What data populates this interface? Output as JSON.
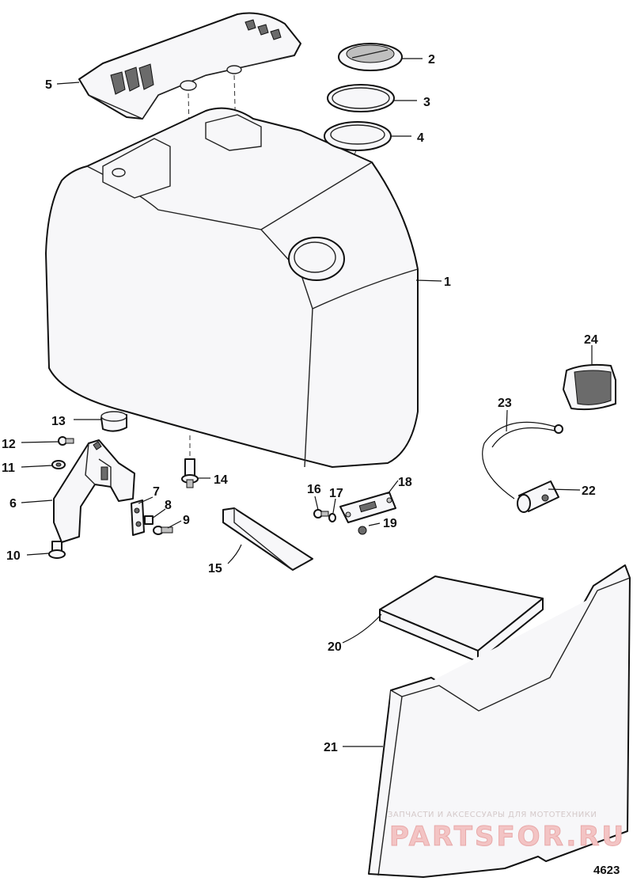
{
  "callouts": {
    "c1": "1",
    "c2": "2",
    "c3": "3",
    "c4": "4",
    "c5": "5",
    "c6": "6",
    "c7": "7",
    "c8": "8",
    "c9": "9",
    "c10": "10",
    "c11": "11",
    "c12": "12",
    "c13": "13",
    "c14": "14",
    "c15": "15",
    "c16": "16",
    "c17": "17",
    "c18": "18",
    "c19": "19",
    "c20": "20",
    "c21": "21",
    "c22": "22",
    "c23": "23",
    "c24": "24"
  },
  "figure_number": "4623",
  "watermark": {
    "tagline": "ЗАПЧАСТИ И АКСЕССУАРЫ ДЛЯ МОТОТЕХНИКИ",
    "brand": "PARTSFOR.RU"
  }
}
